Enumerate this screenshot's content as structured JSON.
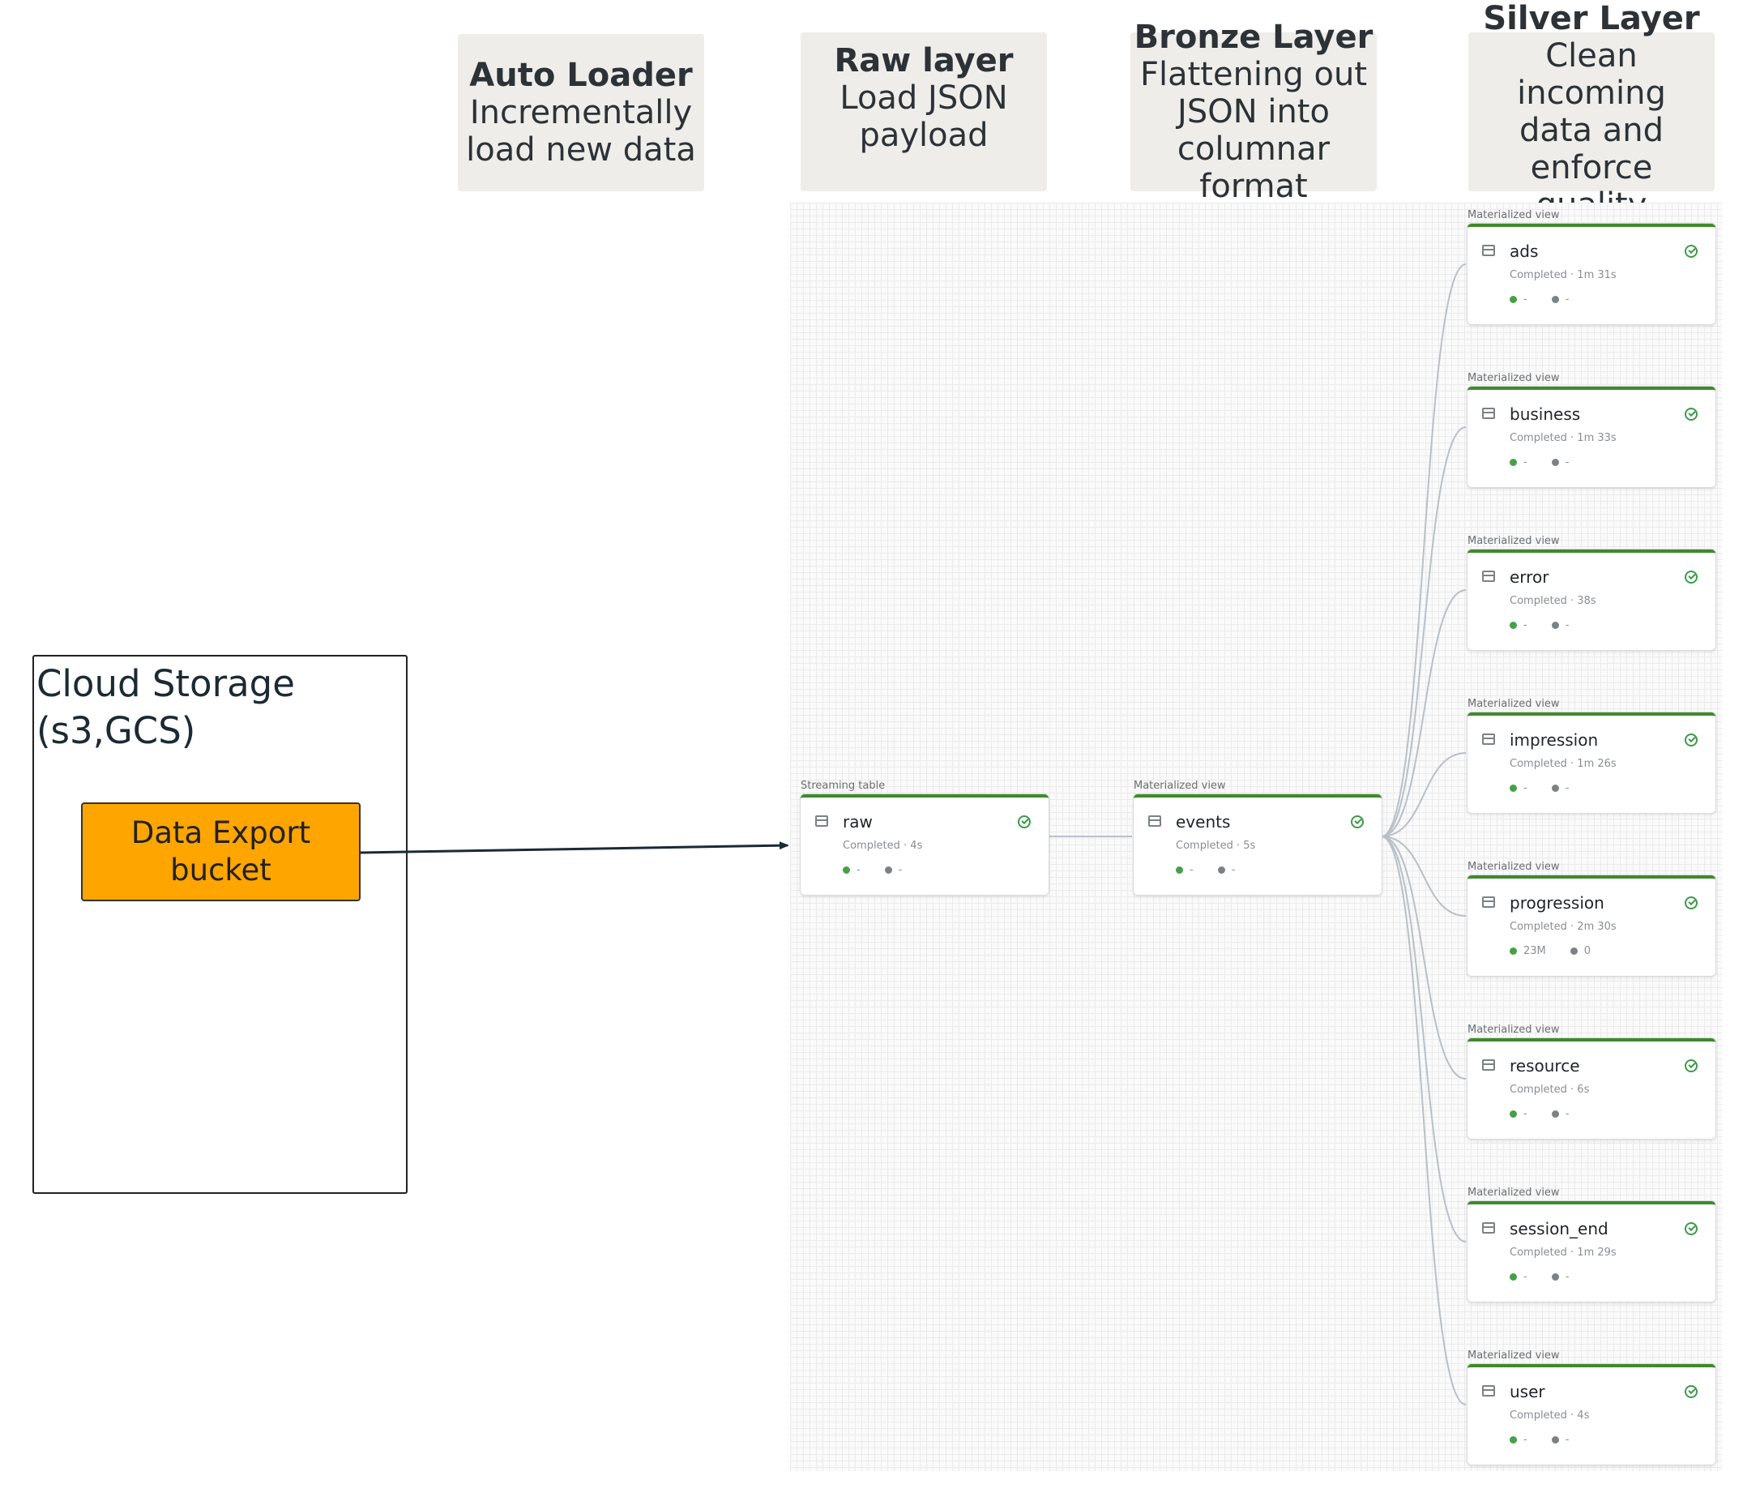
{
  "headers": {
    "auto_loader": {
      "title": "Auto Loader",
      "line1": "Incrementally",
      "line2": "load new data"
    },
    "raw": {
      "title": "Raw layer",
      "line1": "Load JSON",
      "line2": "payload"
    },
    "bronze": {
      "title": "Bronze Layer",
      "line1": "Flattening out",
      "line2": "JSON into",
      "line3": "columnar format"
    },
    "silver": {
      "title": "Silver Layer",
      "line1": "Clean incoming",
      "line2": "data and enforce",
      "line3": "quality"
    }
  },
  "source": {
    "title": "Cloud Storage\n(s3,GCS)",
    "bucket_line1": "Data Export",
    "bucket_line2": "bucket"
  },
  "nodes": [
    {
      "caption": "Streaming table",
      "name": "raw",
      "status": "Completed · 4s",
      "m1": "-",
      "m2": "-"
    },
    {
      "caption": "Materialized view",
      "name": "events",
      "status": "Completed · 5s",
      "m1": "-",
      "m2": "-"
    },
    {
      "caption": "Materialized view",
      "name": "ads",
      "status": "Completed · 1m 31s",
      "m1": "-",
      "m2": "-"
    },
    {
      "caption": "Materialized view",
      "name": "business",
      "status": "Completed · 1m 33s",
      "m1": "-",
      "m2": "-"
    },
    {
      "caption": "Materialized view",
      "name": "error",
      "status": "Completed · 38s",
      "m1": "-",
      "m2": "-"
    },
    {
      "caption": "Materialized view",
      "name": "impression",
      "status": "Completed · 1m 26s",
      "m1": "-",
      "m2": "-"
    },
    {
      "caption": "Materialized view",
      "name": "progression",
      "status": "Completed · 2m 30s",
      "m1": "23M",
      "m2": "0"
    },
    {
      "caption": "Materialized view",
      "name": "resource",
      "status": "Completed · 6s",
      "m1": "-",
      "m2": "-"
    },
    {
      "caption": "Materialized view",
      "name": "session_end",
      "status": "Completed · 1m 29s",
      "m1": "-",
      "m2": "-"
    },
    {
      "caption": "Materialized view",
      "name": "user",
      "status": "Completed · 4s",
      "m1": "-",
      "m2": "-"
    }
  ],
  "colors": {
    "accent_green": "#3e8a2b",
    "bucket_orange": "#ffa500",
    "edge_gray": "#b9c0c8"
  }
}
